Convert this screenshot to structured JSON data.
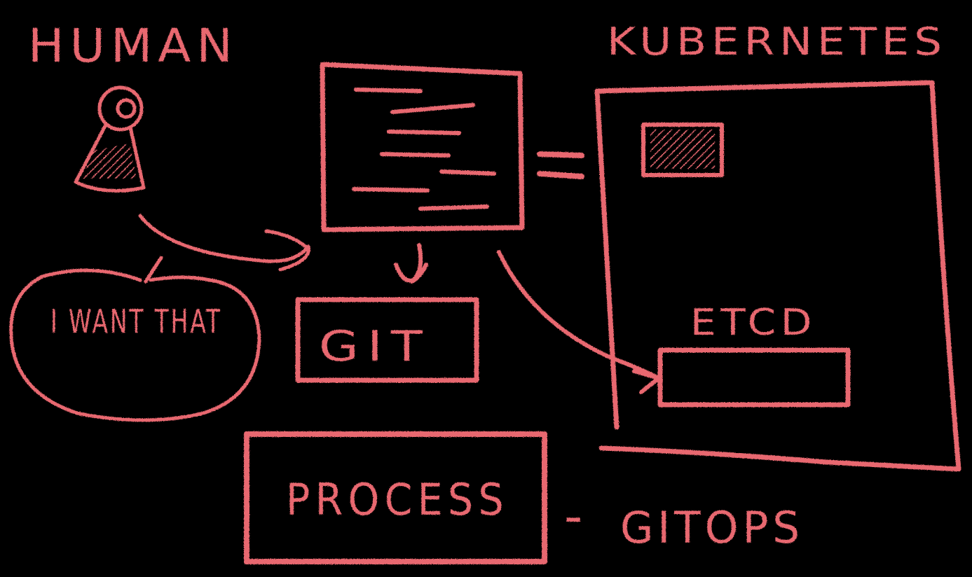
{
  "colors": {
    "background": "#000000",
    "chalk": "#e8676f"
  },
  "labels": {
    "human": "HUMAN",
    "kubernetes": "KUBERNETES",
    "speech": "I WANT THAT",
    "git": "GIT",
    "etcd": "ETCD",
    "process": "PROCESS",
    "gitops": "GITOPS"
  },
  "connectors": {
    "process_to_gitops": "-",
    "file_equals_cluster": "="
  },
  "icons": [
    "person-icon",
    "document-icon",
    "pod-icon"
  ]
}
